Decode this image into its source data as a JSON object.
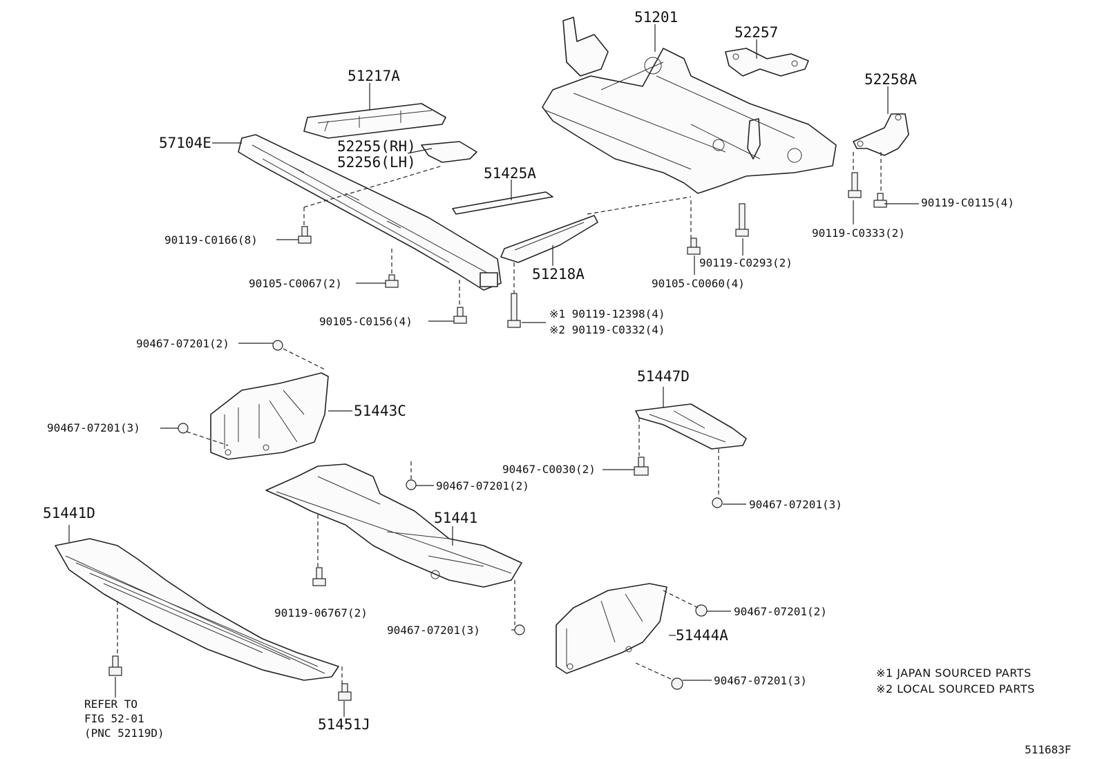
{
  "parts": {
    "p51201": "51201",
    "p52257": "52257",
    "p51217A": "51217A",
    "p52258A": "52258A",
    "p57104E": "57104E",
    "p52255": "52255(RH)",
    "p52256": "52256(LH)",
    "p51425A": "51425A",
    "p90119_C0115": "90119-C0115(4)",
    "p90119_C0333": "90119-C0333(2)",
    "p90119_C0166": "90119-C0166(8)",
    "p90119_C0293": "90119-C0293(2)",
    "p51218A": "51218A",
    "p90105_C0060": "90105-C0060(4)",
    "p90105_C0067": "90105-C0067(2)",
    "p90119_12398": "※1 90119-12398(4)",
    "p90119_C0332": "※2 90119-C0332(4)",
    "p90105_C0156": "90105-C0156(4)",
    "p90467_07201_2a": "90467-07201(2)",
    "p51447D": "51447D",
    "p51443C": "51443C",
    "p90467_07201_3a": "90467-07201(3)",
    "p90467_C0030": "90467-C0030(2)",
    "p90467_07201_2b": "90467-07201(2)",
    "p90467_07201_3b": "90467-07201(3)",
    "p51441D": "51441D",
    "p51441": "51441",
    "p90119_06767": "90119-06767(2)",
    "p90467_07201_2c": "90467-07201(2)",
    "p90467_07201_3c": "90467-07201(3)",
    "p51444A": "51444A",
    "p90467_07201_3d": "90467-07201(3)",
    "p51451J": "51451J"
  },
  "refer": {
    "line1": "REFER TO",
    "line2": "FIG 52-01",
    "line3": "(PNC 52119D)"
  },
  "notes": {
    "note1": "※1 JAPAN SOURCED PARTS",
    "note2": "※2 LOCAL SOURCED PARTS"
  },
  "figure_id": "511683F"
}
